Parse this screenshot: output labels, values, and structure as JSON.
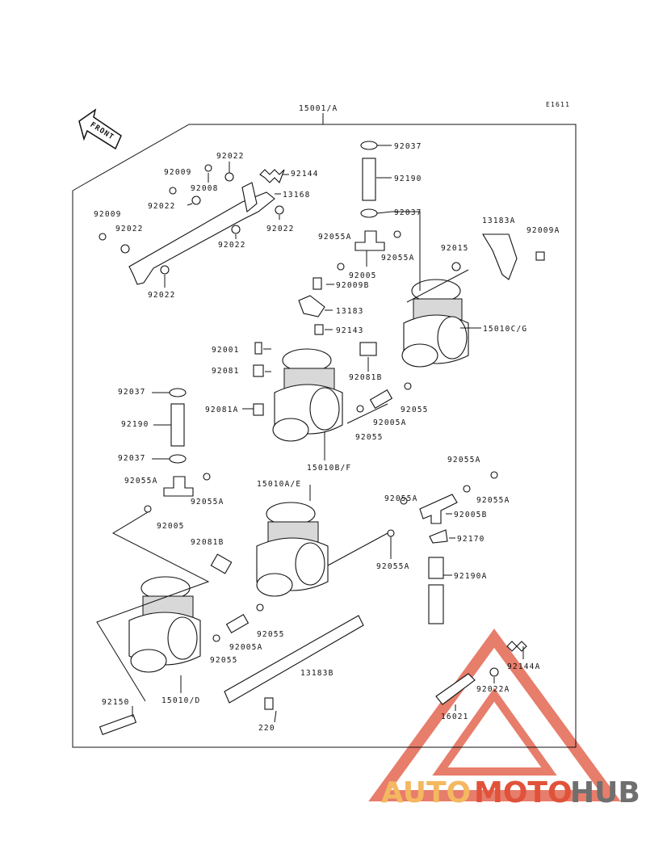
{
  "diagram": {
    "code": "E1611",
    "front_label": "FRONT",
    "assembly_label": "15001/A",
    "labels": {
      "p92037_top": "92037",
      "p92190_top": "92190",
      "p92037_b": "92037",
      "p92009_a": "92009",
      "p92022_a": "92022",
      "p92144": "92144",
      "p92008": "92008",
      "p13168": "13168",
      "p92022_b": "92022",
      "p92009_b": "92009",
      "p92022_c": "92022",
      "p92022_d": "92022",
      "p92022_e": "92022",
      "p92022_f": "92022",
      "p13183A": "13183A",
      "p92009A": "92009A",
      "p92055A_a": "92055A",
      "p92055A_b": "92055A",
      "p92005_a": "92005",
      "p92015": "92015",
      "p92009B": "92009B",
      "p13183": "13183",
      "p92143": "92143",
      "p15010CG": "15010C/G",
      "p92001": "92001",
      "p92081": "92081",
      "p92081B_a": "92081B",
      "p92081A": "92081A",
      "p92055_a": "92055",
      "p92005A_a": "92005A",
      "p92055_b": "92055",
      "p92037_c": "92037",
      "p92190_b": "92190",
      "p15010BF": "15010B/F",
      "p92037_d": "92037",
      "p92055A_c": "92055A",
      "p92055A_d": "92055A",
      "p92005_b": "92005",
      "p15010AE": "15010A/E",
      "p92055A_e": "92055A",
      "p92055A_f": "92055A",
      "p92055A_g": "92055A",
      "p92005B": "92005B",
      "p92081B_b": "92081B",
      "p92170": "92170",
      "p92055A_h": "92055A",
      "p92190A": "92190A",
      "p92055_c": "92055",
      "p92005A_b": "92005A",
      "p92055_d": "92055",
      "p13183B": "13183B",
      "p92144A": "92144A",
      "p92022A": "92022A",
      "p92150": "92150",
      "p15010D": "15010/D",
      "p220": "220",
      "p16021": "16021"
    }
  },
  "watermark": {
    "part1": "AUTO",
    "part2": "MOTO",
    "part3": "HUB",
    "color_orange": "#f4b860",
    "color_red": "#e0523a",
    "color_gray": "#6f6f6f"
  }
}
